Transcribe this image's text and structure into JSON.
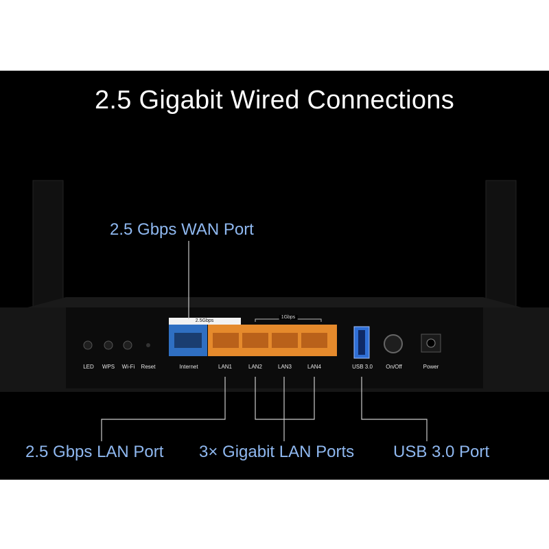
{
  "headline": "2.5 Gigabit Wired Connections",
  "callouts": {
    "wan": "2.5 Gbps WAN Port",
    "lan25": "2.5 Gbps LAN Port",
    "gigabit_lan": "3× Gigabit LAN Ports",
    "usb": "USB 3.0 Port"
  },
  "port_labels": {
    "led": "LED",
    "wps": "WPS",
    "wifi": "Wi-Fi",
    "reset": "Reset",
    "internet": "Internet",
    "lan1": "LAN1",
    "lan2": "LAN2",
    "lan3": "LAN3",
    "lan4": "LAN4",
    "usb": "USB 3.0",
    "onoff": "On/Off",
    "power": "Power"
  },
  "group_labels": {
    "speed_25": "2.5Gbps",
    "speed_1": "1Gbps"
  },
  "colors": {
    "background": "#000000",
    "callout_text": "#8fb8f0",
    "wan_port": "#2f6fc2",
    "lan_ports": "#e58a2c",
    "usb_port": "#2f6fd6"
  }
}
